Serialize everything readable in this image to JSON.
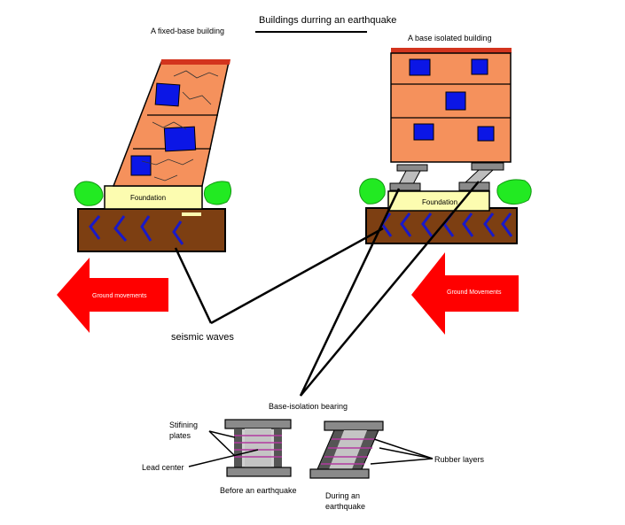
{
  "title": "Buildings durring an earthquake",
  "fixed_base": {
    "label": "A fixed-base building",
    "foundation_label": "Foundation",
    "arrow_label": "Ground movements"
  },
  "isolated": {
    "label": "A base isolated building",
    "foundation_label": "Foundation",
    "arrow_label": "Ground Movements"
  },
  "callouts": {
    "seismic_waves": "seismic waves",
    "bearing": "Base-isolation bearing",
    "stiffening_line1": "Stifining",
    "stiffening_line2": "plates",
    "lead_center": "Lead center",
    "rubber_layers": "Rubber layers",
    "before_caption": "Before an earthquake",
    "during_line1": "During an",
    "during_line2": "earthquake"
  },
  "colors": {
    "building": "#f5915c",
    "roof": "#d3341e",
    "window": "#0b16e6",
    "foundation": "#fcfcb0",
    "soil": "#7d3f12",
    "wave": "#1919c8",
    "bush": "#22ea22",
    "arrow": "#ff0000",
    "bearing_plate": "#8a8a8a",
    "rubber_line": "#b23aa0"
  }
}
